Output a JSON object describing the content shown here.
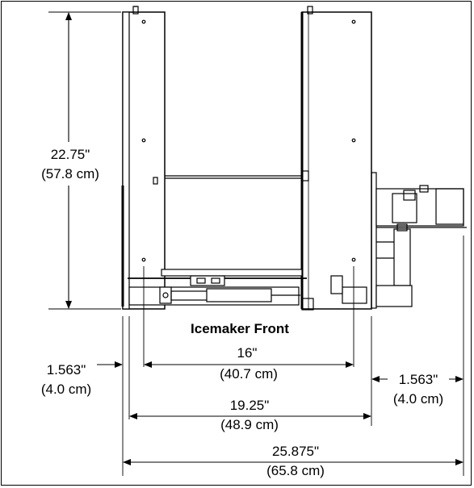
{
  "diagram": {
    "title": "Icemaker Front",
    "dims": {
      "height": {
        "imperial": "22.75\"",
        "metric": "(57.8 cm)"
      },
      "left_gap": {
        "imperial": "1.563\"",
        "metric": "(4.0 cm)"
      },
      "inner": {
        "imperial": "16\"",
        "metric": "(40.7 cm)"
      },
      "right_gap": {
        "imperial": "1.563\"",
        "metric": "(4.0 cm)"
      },
      "body": {
        "imperial": "19.25\"",
        "metric": "(48.9 cm)"
      },
      "overall": {
        "imperial": "25.875\"",
        "metric": "(65.8 cm)"
      }
    },
    "colors": {
      "line": "#000000",
      "background": "#ffffff"
    }
  }
}
